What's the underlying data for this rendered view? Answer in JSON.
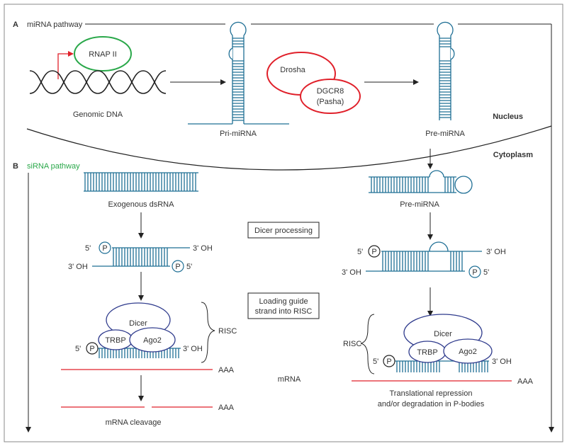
{
  "panel_labels": {
    "a": "A",
    "b": "B"
  },
  "pathways": {
    "mirna": "miRNA pathway",
    "sirna": "siRNA pathway"
  },
  "nucleus": {
    "polymerase": "RNAP II",
    "genomic_dna": "Genomic DNA",
    "pri_mirna": "Pri-miRNA",
    "drosha": "Drosha",
    "dgcr8_line1": "DGCR8",
    "dgcr8_line2": "(Pasha)",
    "pre_mirna": "Pre-miRNA",
    "region": "Nucleus"
  },
  "cytoplasm": {
    "region": "Cytoplasm",
    "exogenous": "Exogenous dsRNA",
    "pre_mirna": "Pre-miRNA",
    "dicer_processing": "Dicer processing",
    "loading_line1": "Loading guide",
    "loading_line2": "strand into RISC",
    "five_prime": "5'",
    "three_prime_oh": "3' OH",
    "phosphate": "P",
    "dicer": "Dicer",
    "trbp": "TRBP",
    "ago2": "Ago2",
    "risc": "RISC",
    "aaa": "AAA",
    "mrna": "mRNA",
    "cleavage": "mRNA cleavage",
    "repression_line1": "Translational repression",
    "repression_line2": "and/or degradation in P-bodies"
  },
  "colors": {
    "rna": "#1f6f95",
    "drosha": "#e0202a",
    "rnap": "#2aa84a",
    "sirna_label": "#2aa84a",
    "dicer": "#2e3a8c",
    "mrna": "#e0202a",
    "line": "#222222"
  }
}
